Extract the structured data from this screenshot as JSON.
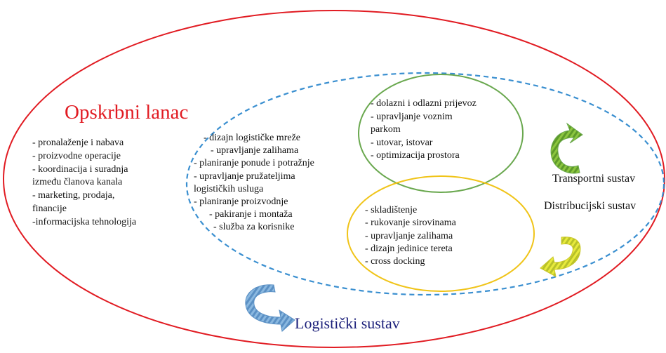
{
  "colors": {
    "outer_ellipse": "#e11b22",
    "logistics_ellipse": "#3a8fd0",
    "transport_circle": "#6aa84f",
    "distribution_circle": "#f0c419",
    "supply_title": "#e11b22",
    "logistics_title": "#1b1f7a"
  },
  "supply_chain": {
    "title": "Opskrbni lanac",
    "items": [
      "- pronalaženje i nabava",
      "- proizvodne operacije",
      "- koordinacija i suradnja",
      "između članova kanala",
      "- marketing, prodaja,",
      "financije",
      "-informacijska tehnologija"
    ]
  },
  "logistics": {
    "title": "Logistički sustav",
    "items": [
      "- dizajn logističke mreže",
      "- upravljanje zalihama",
      "- planiranje ponude i potražnje",
      "- upravljanje pružateljima",
      "logističkih usluga",
      "- planiranje proizvodnje",
      "- pakiranje i montaža",
      "- služba za korisnike"
    ]
  },
  "transport": {
    "title": "Transportni sustav",
    "items": [
      "- dolazni i odlazni prijevoz",
      "- upravljanje voznim",
      "parkom",
      "- utovar, istovar",
      "- optimizacija prostora"
    ]
  },
  "distribution": {
    "title": "Distribucijski sustav",
    "items": [
      "- skladištenje",
      "- rukovanje sirovinama",
      "- upravljanje zalihama",
      "- dizajn jedinice tereta",
      "- cross docking"
    ]
  }
}
